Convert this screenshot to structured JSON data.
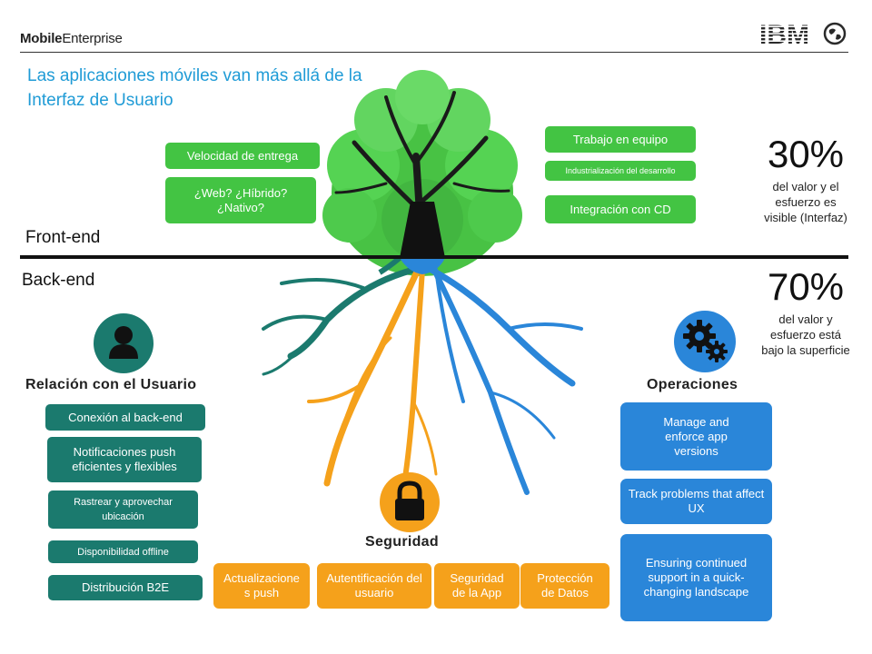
{
  "header": {
    "brand_bold": "Mobile",
    "brand_rest": "Enterprise",
    "logo_text": "IBM"
  },
  "title": "Las aplicaciones móviles van más allá de la Interfaz de Usuario",
  "sections": {
    "front": "Front-end",
    "back": "Back-end"
  },
  "stats": {
    "front_pct": "30%",
    "front_desc": "del valor y el esfuerzo es visible (Interfaz)",
    "back_pct": "70%",
    "back_desc": "del valor y esfuerzo está bajo la superficie"
  },
  "front_left": [
    "Velocidad de entrega",
    "¿Web? ¿Híbrido? ¿Nativo?"
  ],
  "front_right": [
    "Trabajo en equipo",
    "Industrialización del desarrollo",
    "Integración con CD"
  ],
  "user": {
    "heading": "Relación con el Usuario",
    "items": [
      "Conexión al back-end",
      "Notificaciones push eficientes y flexibles",
      "Rastrear y aprovechar ubicación",
      "Disponibilidad offline",
      "Distribución B2E"
    ]
  },
  "security": {
    "heading": "Seguridad",
    "items": [
      "Actualizaciones push",
      "Autentificación del usuario",
      "Seguridad de la App",
      "Protección de Datos"
    ]
  },
  "operations": {
    "heading": "Operaciones",
    "items": [
      "Manage and enforce app versions",
      "Track problems that affect UX",
      "Ensuring continued support in a quick-changing landscape"
    ]
  },
  "colors": {
    "title_blue": "#1f9bd6",
    "front_green": "#43c443",
    "user_teal": "#1b7a6e",
    "security_orange": "#f5a11b",
    "operations_blue": "#2a86d9"
  },
  "icons": [
    "person-icon",
    "lock-icon",
    "gears-icon",
    "tree-icon",
    "globe-icon"
  ]
}
